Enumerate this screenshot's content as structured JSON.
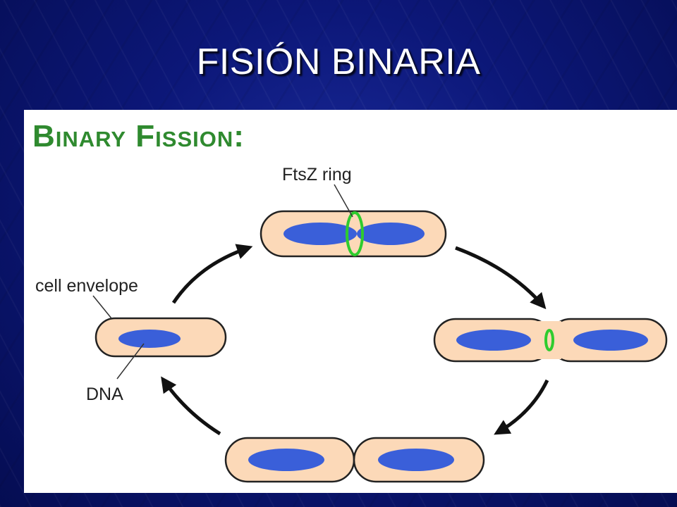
{
  "slide": {
    "title": "FISIÓN BINARIA"
  },
  "diagram": {
    "title": "Binary Fission:",
    "labels": {
      "ftsz_ring": "FtsZ ring",
      "cell_envelope": "cell envelope",
      "dna": "DNA"
    }
  },
  "colors": {
    "background": "#0c1778",
    "title_text": "#ffffff",
    "diagram_title": "#2f8a2f",
    "cell_fill": "#fcd9b8",
    "cell_outline": "#222222",
    "dna": "#3a5fd9",
    "ftsz_ring": "#2ecc2e"
  }
}
